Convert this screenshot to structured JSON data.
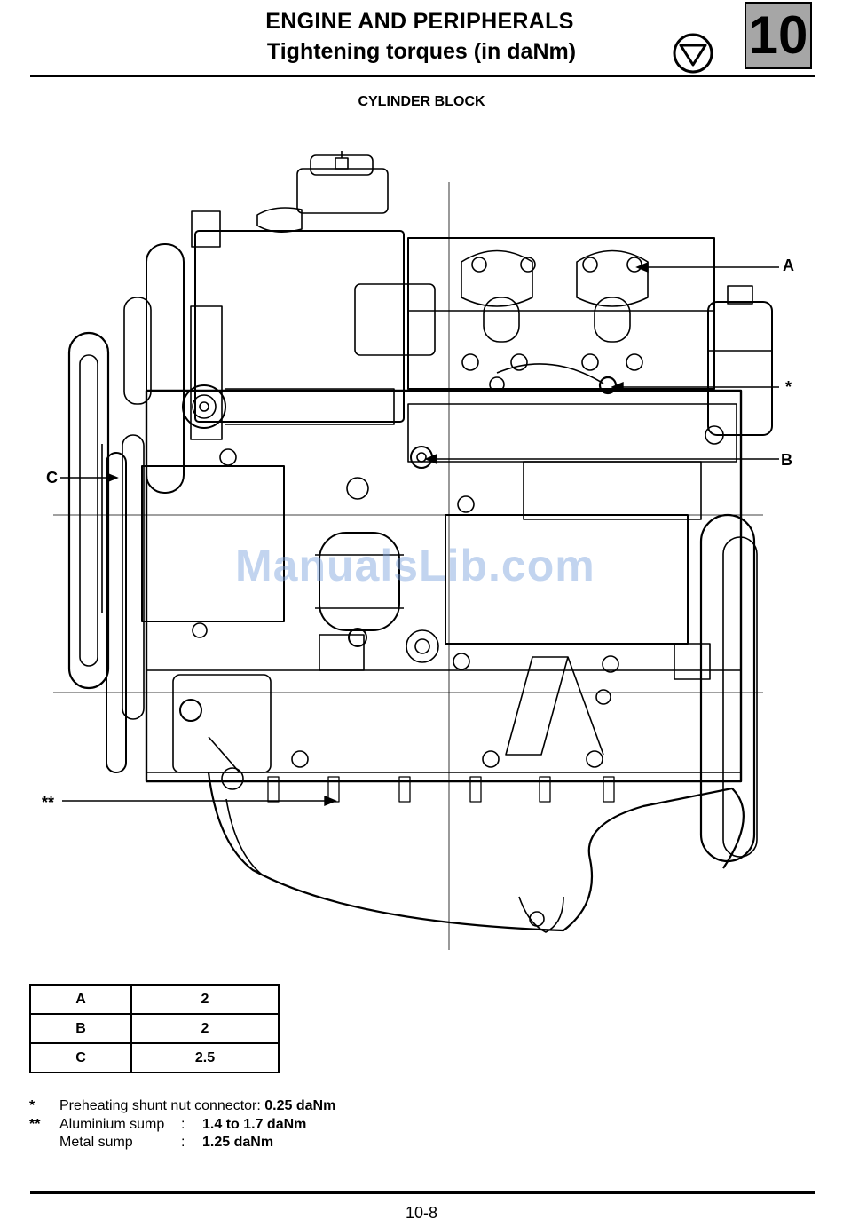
{
  "header": {
    "title": "ENGINE AND PERIPHERALS",
    "subtitle": "Tightening torques (in daNm)",
    "chapter": "10",
    "symbol_icon": "engine-symbol-icon"
  },
  "section_title": "CYLINDER BLOCK",
  "drawing": {
    "icon": "engine-cylinder-block-illustration",
    "callouts": {
      "a": "A",
      "star": "*",
      "b": "B",
      "c": "C",
      "double_star": "**"
    },
    "watermark": "ManualsLib.com"
  },
  "torque_table": [
    {
      "key": "A",
      "value": "2"
    },
    {
      "key": "B",
      "value": "2"
    },
    {
      "key": "C",
      "value": "2.5"
    }
  ],
  "notes": {
    "preheat": {
      "mark": "*",
      "label": "Preheating shunt nut connector: ",
      "value": "0.25 daNm"
    },
    "sump": {
      "mark": "**",
      "aluminium_label": "Aluminium sump",
      "aluminium_colon": ":",
      "aluminium_value": "1.4 to 1.7 daNm",
      "metal_label": "Metal sump",
      "metal_colon": ":",
      "metal_value": "1.25 daNm"
    }
  },
  "footer": {
    "page": "10-8"
  }
}
